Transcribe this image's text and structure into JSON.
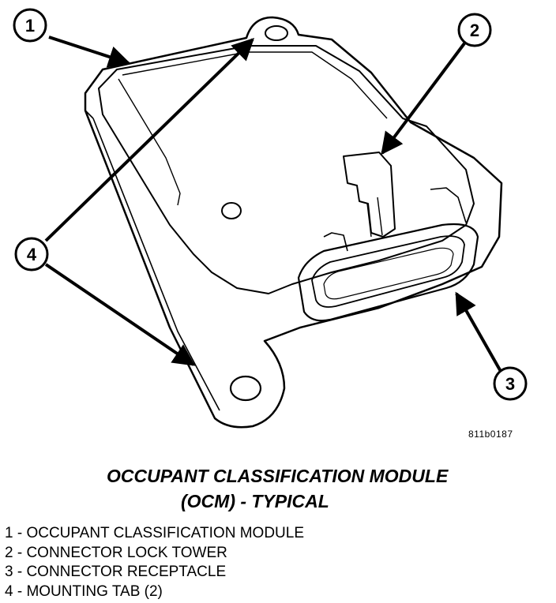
{
  "callouts": [
    {
      "num": "1"
    },
    {
      "num": "2"
    },
    {
      "num": "3"
    },
    {
      "num": "4"
    }
  ],
  "figure_id": "811b0187",
  "title": {
    "line1": "OCCUPANT CLASSIFICATION MODULE",
    "line2": "(OCM) - TYPICAL"
  },
  "legend": [
    "1 - OCCUPANT CLASSIFICATION MODULE",
    "2 - CONNECTOR LOCK TOWER",
    "3 - CONNECTOR RECEPTACLE",
    "4 - MOUNTING TAB (2)"
  ]
}
